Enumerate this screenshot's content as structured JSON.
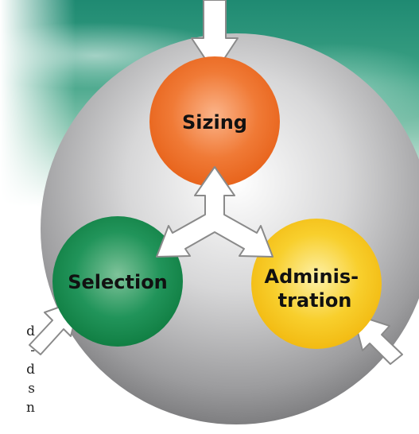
{
  "diagram": {
    "nodes": [
      {
        "id": "sizing",
        "lines": [
          "Sizing"
        ],
        "color": "#ef6f2a"
      },
      {
        "id": "selection",
        "lines": [
          "Selection"
        ],
        "color": "#1a8a4a"
      },
      {
        "id": "administration",
        "lines": [
          "Adminis-",
          "tration"
        ],
        "color": "#f6c21b"
      }
    ],
    "colors": {
      "sphere": "#b9b9bb",
      "arrow_fill": "#ffffff",
      "arrow_stroke": "#8a8a8a"
    }
  },
  "side_text": [
    "d",
    "-",
    "d",
    "s",
    "n"
  ]
}
